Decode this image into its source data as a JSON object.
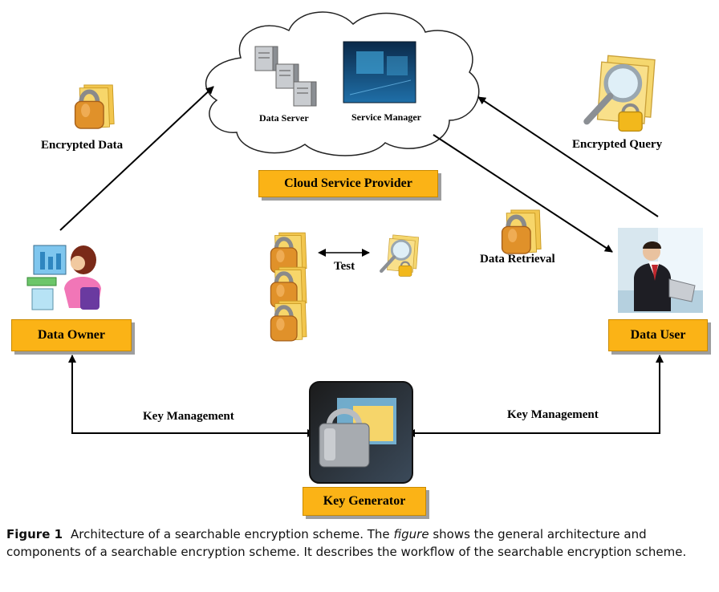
{
  "nodes": {
    "cloud_service_provider": "Cloud Service Provider",
    "data_server": "Data Server",
    "service_manager": "Service Manager",
    "data_owner": "Data Owner",
    "data_user": "Data User",
    "key_generator": "Key Generator"
  },
  "edges": {
    "encrypted_data": "Encrypted Data",
    "encrypted_query": "Encrypted Query",
    "data_retrieval": "Data Retrieval",
    "test": "Test",
    "key_management_left": "Key Management",
    "key_management_right": "Key Management"
  },
  "caption": {
    "label": "Figure 1",
    "text_1": "Architecture of a searchable encryption scheme. The ",
    "text_italic": "figure",
    "text_2": " shows the general architecture and components of a searchable encryption scheme. It describes the workflow of the searchable encryption scheme."
  },
  "colors": {
    "box_fill": "#fbb316",
    "folder": "#f5c84a",
    "lock": "#e89a2e",
    "shackle": "#8a8a8a"
  },
  "icons": [
    "server-icon",
    "monitor-icon",
    "lock-folder-icon",
    "magnifier-folder-icon",
    "person-computer-icon",
    "businessman-laptop-icon",
    "key-generator-icon"
  ]
}
